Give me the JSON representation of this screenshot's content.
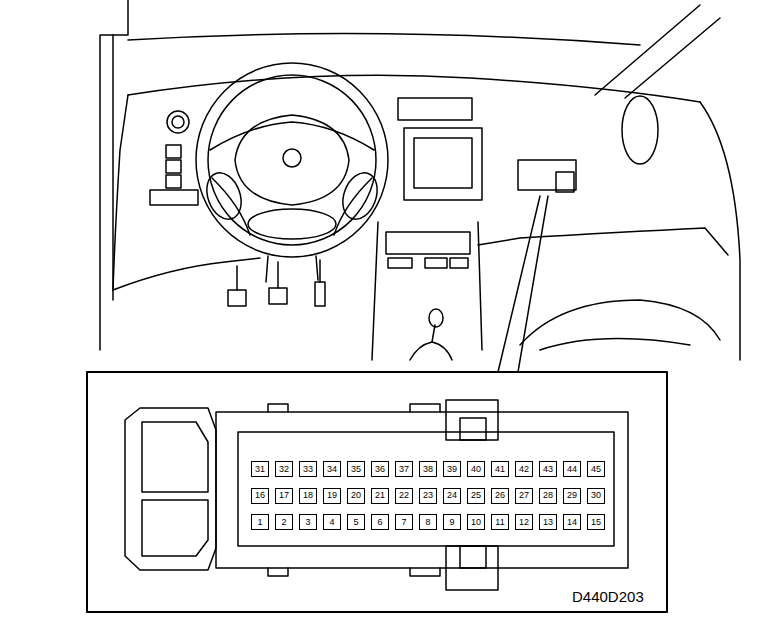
{
  "diagram": {
    "nodes": [
      {
        "text": [
          "31"
        ]
      },
      {
        "text": [
          "32"
        ]
      },
      {
        "text": [
          "33"
        ]
      },
      {
        "text": [
          "34"
        ]
      },
      {
        "text": [
          "35"
        ]
      },
      {
        "text": [
          "36"
        ]
      },
      {
        "text": [
          "37"
        ]
      },
      {
        "text": [
          "38"
        ]
      },
      {
        "text": [
          "39"
        ]
      },
      {
        "text": [
          "40"
        ]
      },
      {
        "text": [
          "41"
        ]
      },
      {
        "text": [
          "42"
        ]
      },
      {
        "text": [
          "43"
        ]
      },
      {
        "text": [
          "44"
        ]
      },
      {
        "text": [
          "45"
        ]
      },
      {
        "text": [
          "16"
        ]
      },
      {
        "text": [
          "17"
        ]
      },
      {
        "text": [
          "18"
        ]
      },
      {
        "text": [
          "19"
        ]
      },
      {
        "text": [
          "20"
        ]
      },
      {
        "text": [
          "21"
        ]
      },
      {
        "text": [
          "22"
        ]
      },
      {
        "text": [
          "23"
        ]
      },
      {
        "text": [
          "24"
        ]
      },
      {
        "text": [
          "25"
        ]
      },
      {
        "text": [
          "26"
        ]
      },
      {
        "text": [
          "27"
        ]
      },
      {
        "text": [
          "28"
        ]
      },
      {
        "text": [
          "29"
        ]
      },
      {
        "text": [
          "30"
        ]
      },
      {
        "text": [
          "1"
        ]
      },
      {
        "text": [
          "2"
        ]
      },
      {
        "text": [
          "3"
        ]
      },
      {
        "text": [
          "4"
        ]
      },
      {
        "text": [
          "5"
        ]
      },
      {
        "text": [
          "6"
        ]
      },
      {
        "text": [
          "7"
        ]
      },
      {
        "text": [
          "8"
        ]
      },
      {
        "text": [
          "9"
        ]
      },
      {
        "text": [
          "10"
        ]
      },
      {
        "text": [
          "11"
        ]
      },
      {
        "text": [
          "12"
        ]
      },
      {
        "text": [
          "13"
        ]
      },
      {
        "text": [
          "14"
        ]
      },
      {
        "text": [
          "15"
        ]
      }
    ],
    "labels": [
      "D440D203"
    ]
  }
}
